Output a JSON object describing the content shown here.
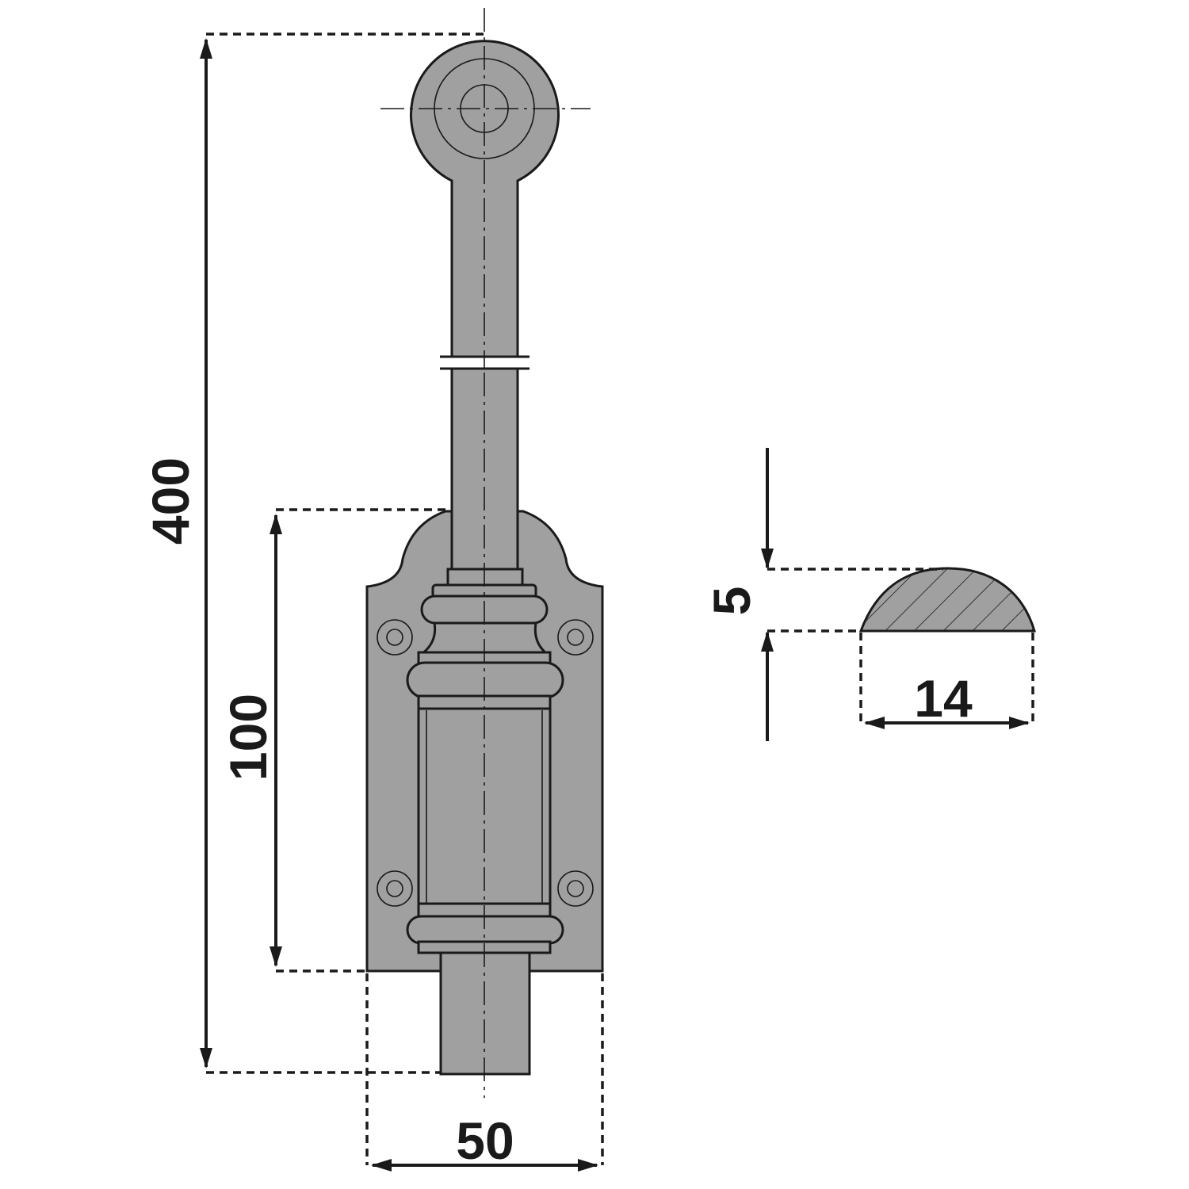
{
  "dimensions": {
    "overall_length": "400",
    "plate_length": "100",
    "plate_width": "50",
    "bolt_section_height": "5",
    "bolt_section_width": "14"
  },
  "colors": {
    "metal": "#a0a0a0",
    "line": "#1a1a1a",
    "background": "#ffffff"
  }
}
